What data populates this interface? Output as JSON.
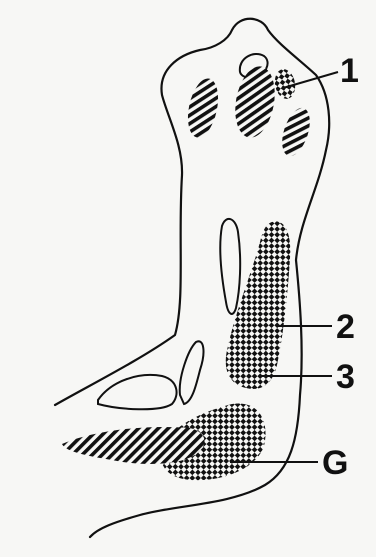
{
  "labels": {
    "label_1": "1",
    "label_2": "2",
    "label_3": "3",
    "label_g": "G"
  },
  "colors": {
    "background": "#f7f7f5",
    "ink": "#111111"
  }
}
